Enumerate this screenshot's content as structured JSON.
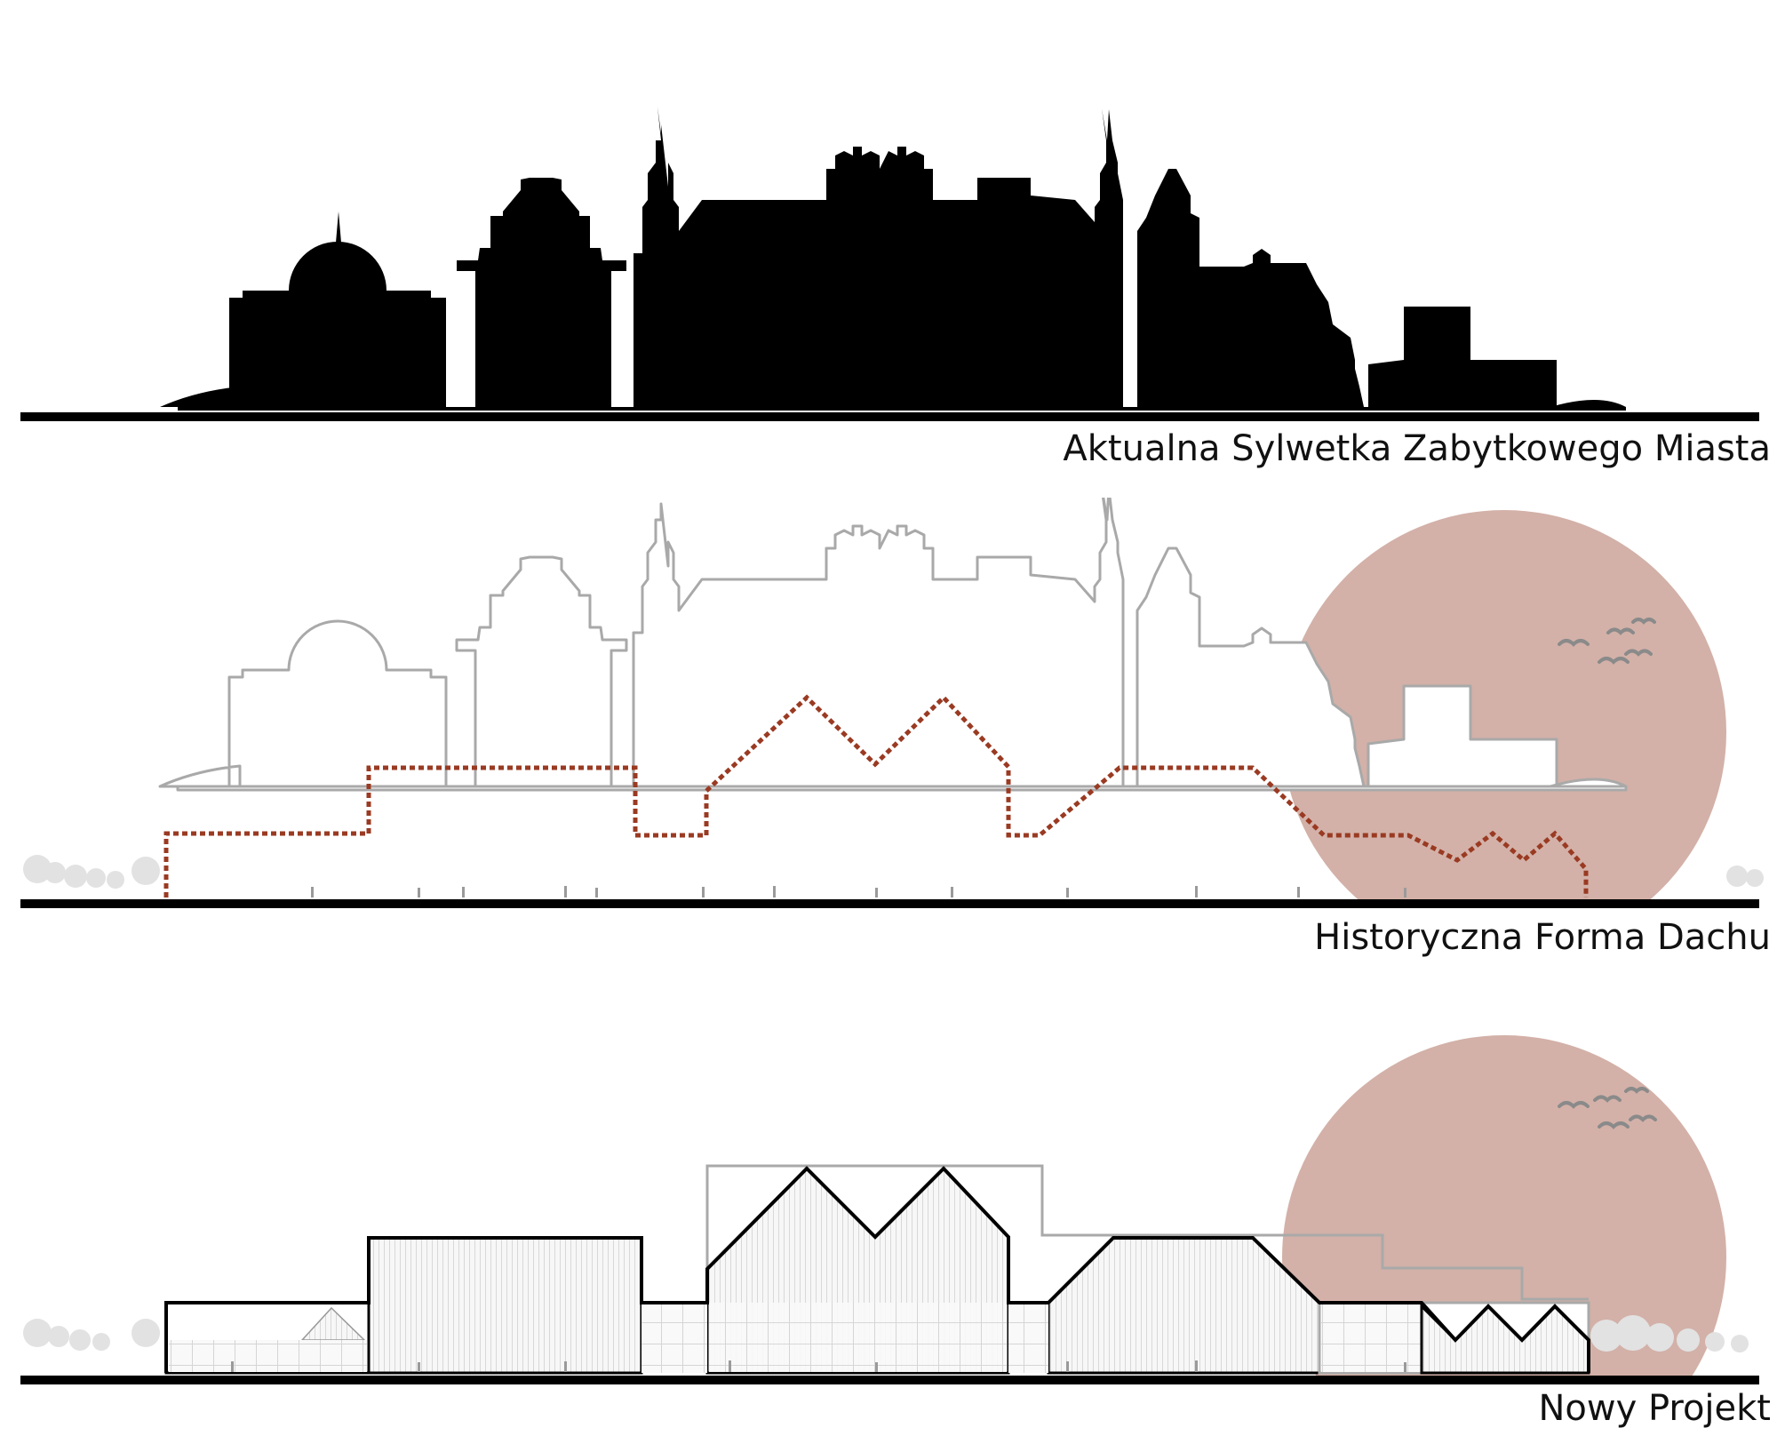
{
  "panels": [
    {
      "id": "current",
      "caption": "Aktualna Sylwetka Zabytkowego Miasta"
    },
    {
      "id": "historic",
      "caption": "Historyczna Forma Dachu"
    },
    {
      "id": "new",
      "caption": "Nowy Projekt"
    }
  ],
  "colors": {
    "silhouette": "#000000",
    "outline": "#a9a9a9",
    "roof_dotted": "#9a3a22",
    "sun": "#d3b1a8",
    "ground": "#000000",
    "tree": "#e3e3e3",
    "bird": "#8a8a8a"
  },
  "icons": [
    "bird-icon",
    "tree-icon",
    "person-icon"
  ]
}
